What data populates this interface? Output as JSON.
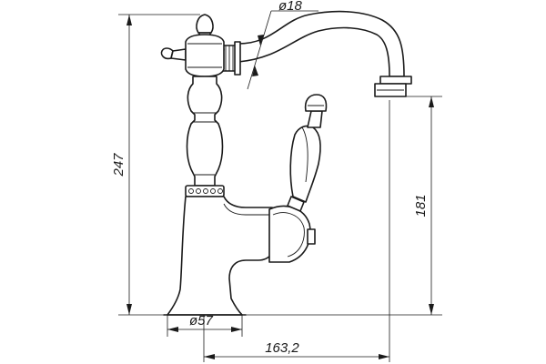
{
  "drawing": {
    "dimensions": {
      "spout_diameter": "ø18",
      "total_height": "247",
      "spout_height": "181",
      "base_diameter": "ø57",
      "spout_reach": "163,2"
    }
  }
}
